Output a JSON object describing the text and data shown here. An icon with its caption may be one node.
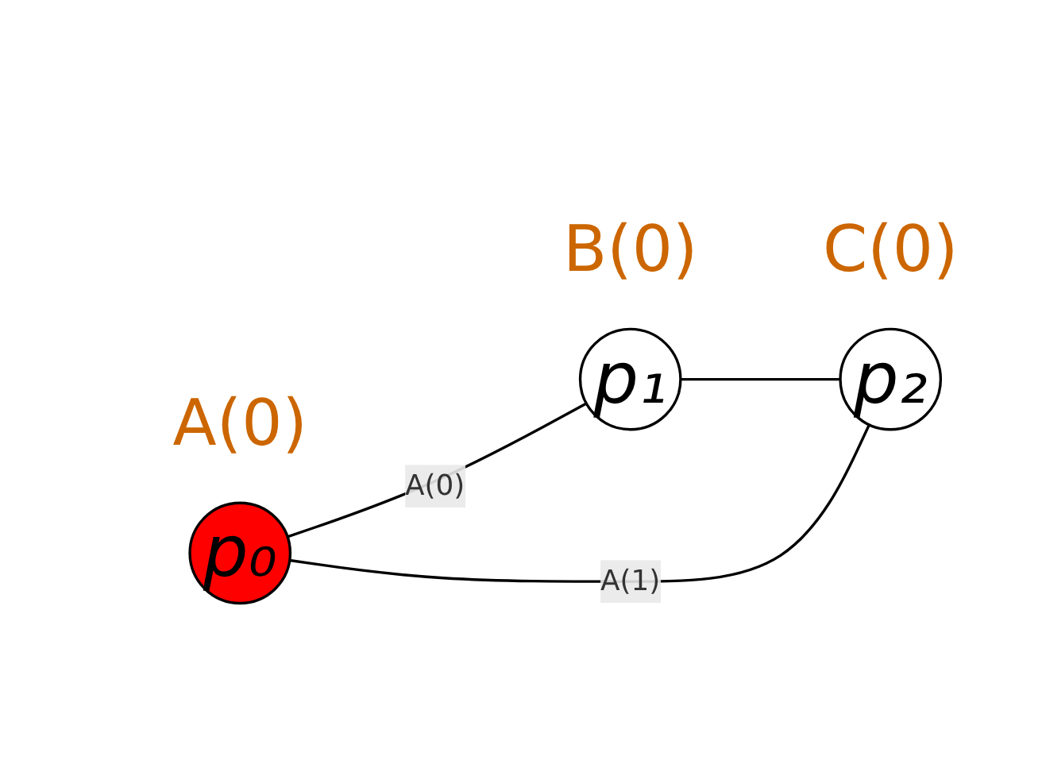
{
  "diagram": {
    "nodes": [
      {
        "text": [
          "p₀"
        ],
        "beside": [
          "A(0)"
        ]
      },
      {
        "text": [
          "p₁"
        ],
        "beside": [
          "B(0)"
        ]
      },
      {
        "text": [
          "p₂"
        ],
        "beside": [
          "C(0)"
        ]
      }
    ],
    "edges": [
      {
        "from": 0,
        "to": 1,
        "arrow": "none",
        "label": "A(0)"
      },
      {
        "from": 1,
        "to": 2,
        "arrow": "none"
      },
      {
        "from": 0,
        "to": 2,
        "arrow": "none",
        "label": "A(1)"
      }
    ]
  }
}
